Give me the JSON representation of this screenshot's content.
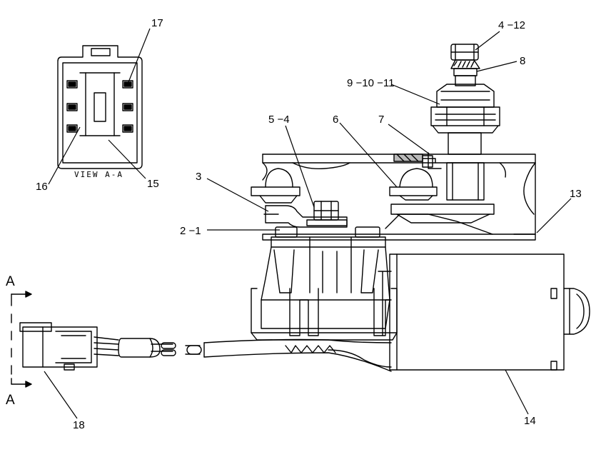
{
  "view_caption": "VIEW  A-A",
  "section_marks": {
    "top": "A",
    "bottom": "A"
  },
  "callouts": {
    "c17": "17",
    "c16": "16",
    "c15": "15",
    "c4_12": "4 −12",
    "c8": "8",
    "c9_10_11": "9 −10 −11",
    "c5_4": "5 −4",
    "c6": "6",
    "c7": "7",
    "c3": "3",
    "c2_1": "2 −1",
    "c13": "13",
    "c14": "14",
    "c18": "18"
  },
  "colors": {
    "line": "#000000",
    "background": "#ffffff"
  }
}
